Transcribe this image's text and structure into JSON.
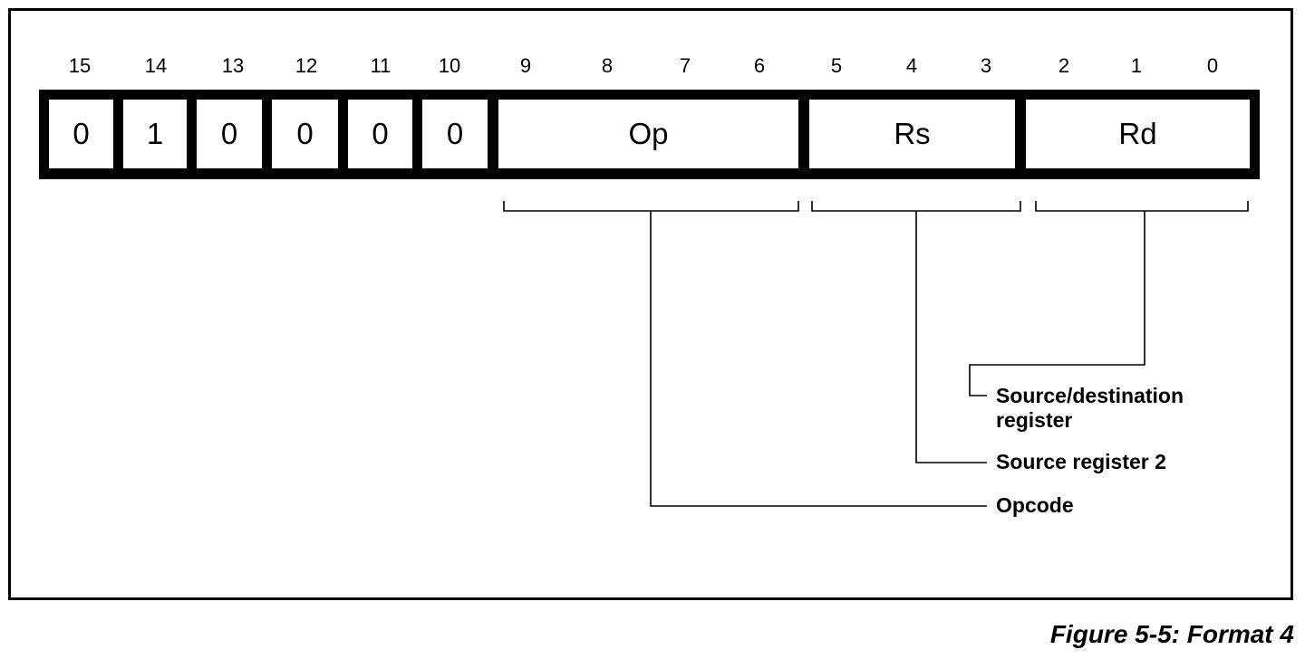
{
  "bit_numbers": [
    "15",
    "14",
    "13",
    "12",
    "11",
    "10",
    "9",
    "8",
    "7",
    "6",
    "5",
    "4",
    "3",
    "2",
    "1",
    "0"
  ],
  "fields": [
    {
      "label": "0"
    },
    {
      "label": "1"
    },
    {
      "label": "0"
    },
    {
      "label": "0"
    },
    {
      "label": "0"
    },
    {
      "label": "0"
    },
    {
      "label": "Op"
    },
    {
      "label": "Rs"
    },
    {
      "label": "Rd"
    }
  ],
  "descriptions": {
    "rd": [
      "Source/destination",
      "register"
    ],
    "rs": "Source register 2",
    "op": "Opcode"
  },
  "caption": "Figure 5-5: Format 4"
}
